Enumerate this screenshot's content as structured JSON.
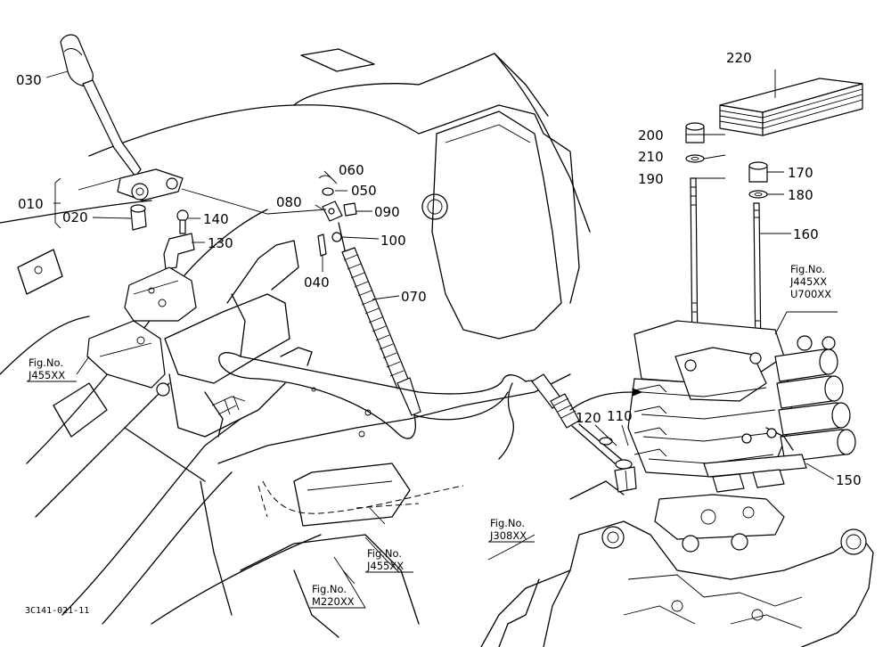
{
  "drawing_code": "3C141-021-11",
  "parts": [
    {
      "id": "p010",
      "number": "010"
    },
    {
      "id": "p020",
      "number": "020"
    },
    {
      "id": "p030",
      "number": "030"
    },
    {
      "id": "p040",
      "number": "040"
    },
    {
      "id": "p050",
      "number": "050"
    },
    {
      "id": "p060",
      "number": "060"
    },
    {
      "id": "p070",
      "number": "070"
    },
    {
      "id": "p080",
      "number": "080"
    },
    {
      "id": "p090",
      "number": "090"
    },
    {
      "id": "p100",
      "number": "100"
    },
    {
      "id": "p110",
      "number": "110"
    },
    {
      "id": "p120",
      "number": "120"
    },
    {
      "id": "p130",
      "number": "130"
    },
    {
      "id": "p140",
      "number": "140"
    },
    {
      "id": "p150",
      "number": "150"
    },
    {
      "id": "p160",
      "number": "160"
    },
    {
      "id": "p170",
      "number": "170"
    },
    {
      "id": "p180",
      "number": "180"
    },
    {
      "id": "p190",
      "number": "190"
    },
    {
      "id": "p200",
      "number": "200"
    },
    {
      "id": "p210",
      "number": "210"
    },
    {
      "id": "p220",
      "number": "220"
    }
  ],
  "figure_refs": [
    {
      "prefix": "Fig.No.",
      "numbers": [
        "J455XX"
      ]
    },
    {
      "prefix": "Fig.No.",
      "numbers": [
        "J455XX"
      ]
    },
    {
      "prefix": "Fig.No.",
      "numbers": [
        "M220XX"
      ]
    },
    {
      "prefix": "Fig.No.",
      "numbers": [
        "J308XX"
      ]
    },
    {
      "prefix": "Fig.No.",
      "numbers": [
        "J445XX",
        "U700XX"
      ]
    }
  ]
}
